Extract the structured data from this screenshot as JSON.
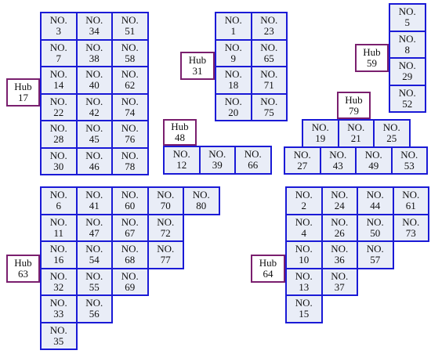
{
  "colors": {
    "cell_border": "#1a1ad6",
    "cell_fill": "#e9edf7",
    "hub_border": "#7a1f6e",
    "text": "#111111"
  },
  "cell_prefix": "NO.",
  "hub_prefix": "Hub",
  "groups": [
    {
      "hub": "17",
      "rows": [
        [
          "3",
          "34",
          "51"
        ],
        [
          "7",
          "38",
          "58"
        ],
        [
          "14",
          "40",
          "62"
        ],
        [
          "22",
          "42",
          "74"
        ],
        [
          "28",
          "45",
          "76"
        ],
        [
          "30",
          "46",
          "78"
        ]
      ]
    },
    {
      "hub": "31",
      "rows": [
        [
          "1",
          "23"
        ],
        [
          "9",
          "65"
        ],
        [
          "18",
          "71"
        ],
        [
          "20",
          "75"
        ]
      ]
    },
    {
      "hub": "59",
      "rows": [
        [
          "5"
        ],
        [
          "8"
        ],
        [
          "29"
        ],
        [
          "52"
        ]
      ]
    },
    {
      "hub": "48",
      "rows": [
        [
          "12",
          "39",
          "66"
        ]
      ]
    },
    {
      "hub": "79",
      "rows": [
        [
          "19",
          "21",
          "25"
        ],
        [
          "27",
          "43",
          "49",
          "53"
        ]
      ]
    },
    {
      "hub": "63",
      "rows": [
        [
          "6",
          "41",
          "60",
          "70",
          "80"
        ],
        [
          "11",
          "47",
          "67",
          "72"
        ],
        [
          "16",
          "54",
          "68",
          "77"
        ],
        [
          "32",
          "55",
          "69"
        ],
        [
          "33",
          "56"
        ],
        [
          "35"
        ]
      ]
    },
    {
      "hub": "64",
      "rows": [
        [
          "2",
          "24",
          "44",
          "61"
        ],
        [
          "4",
          "26",
          "50",
          "73"
        ],
        [
          "10",
          "36",
          "57"
        ],
        [
          "13",
          "37"
        ],
        [
          "15"
        ]
      ]
    }
  ]
}
